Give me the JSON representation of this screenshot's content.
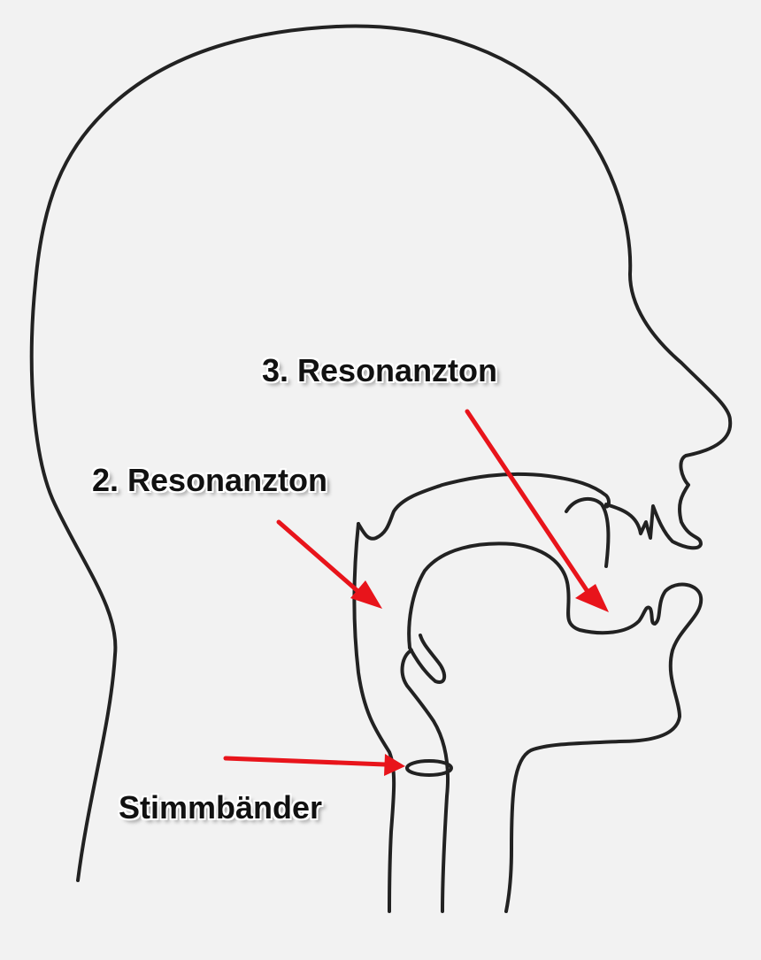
{
  "labels": {
    "resonance_3": "3. Resonanzton",
    "resonance_2": "2. Resonanzton",
    "vocal_cords": "Stimmbänder"
  },
  "colors": {
    "background": "#f2f2f2",
    "outline": "#222222",
    "arrow": "#e8141b",
    "label_text": "#111111"
  }
}
